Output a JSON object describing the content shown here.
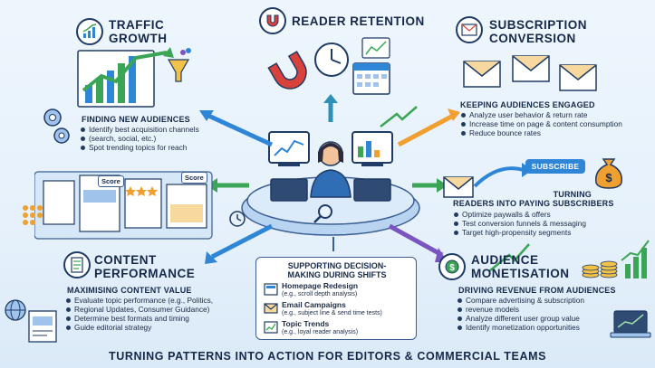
{
  "sections": {
    "traffic": {
      "title_line1": "TRAFFIC",
      "title_line2": "GROWTH",
      "subhead": "FINDING NEW AUDIENCES",
      "bullets": [
        "Identify best acquisition channels",
        "(search, social, etc.)",
        "Spot trending topics for reach"
      ]
    },
    "retention": {
      "title": "READER RETENTION"
    },
    "subscription": {
      "title_line1": "SUBSCRIPTION",
      "title_line2": "CONVERSION",
      "subhead": "KEEPING AUDIENCES ENGAGED",
      "bullets": [
        "Analyze user behavior & return rate",
        "Increase time on page & content consumption",
        "Reduce bounce rates"
      ],
      "subscribe_label": "SUBSCRIBE",
      "subhead2_line1": "TURNING",
      "subhead2_line2": "READERS INTO PAYING SUBSCRIBERS",
      "bullets2": [
        "Optimize paywalls & offers",
        "Test conversion funnels & messaging",
        "Target high-propensity segments"
      ]
    },
    "content": {
      "title_line1": "CONTENT",
      "title_line2": "PERFORMANCE",
      "subhead": "MAXIMISING CONTENT VALUE",
      "bullets": [
        "Evaluate topic performance (e.g., Politics,",
        "Regional Updates, Consumer Guidance)",
        "Determine best formats and timing",
        "Guide editorial strategy"
      ],
      "score_label": "Score"
    },
    "monetisation": {
      "title_line1": "AUDIENCE",
      "title_line2": "MONETISATION",
      "subhead": "DRIVING REVENUE FROM AUDIENCES",
      "bullets": [
        "Compare advertising & subscription",
        "revenue models",
        "Analyze different user group value",
        "Identify monetization opportunities"
      ]
    },
    "decision": {
      "title_line1": "SUPPORTING DECISION-",
      "title_line2": "MAKING DURING SHIFTS",
      "items": [
        {
          "label": "Homepage Redesign",
          "note": "(e.g., scroll depth analysis)"
        },
        {
          "label": "Email Campaigns",
          "note": "(e.g., subject line & send time tests)"
        },
        {
          "label": "Topic Trends",
          "note": "(e.g., loyal reader analysis)"
        }
      ]
    }
  },
  "footer": "TURNING PATTERNS INTO ACTION FOR EDITORS & COMMERCIAL TEAMS",
  "icons": {
    "traffic": "growth-chart-icon",
    "retention": "magnet-icon",
    "subscription": "envelope-icon",
    "content": "document-icon",
    "monetisation": "coins-icon"
  },
  "colors": {
    "navy": "#16294a",
    "blue": "#2f86d6",
    "green": "#3aa655",
    "purple": "#7a55c2",
    "orange": "#f0a030",
    "red": "#d9423a"
  }
}
